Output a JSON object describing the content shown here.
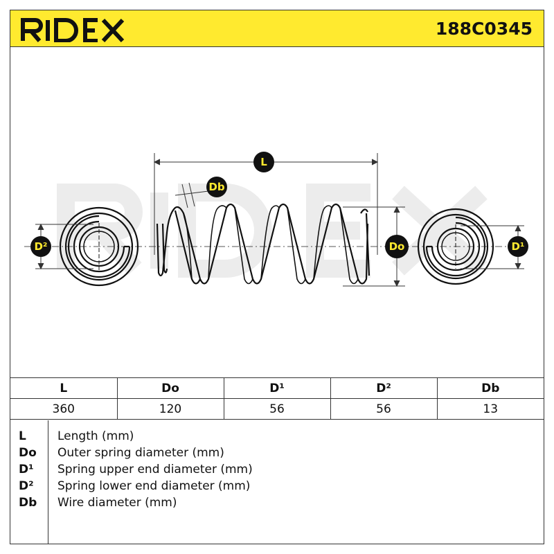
{
  "header": {
    "brand": "RIDEX",
    "part_number": "188C0345",
    "background_color": "#ffea2f"
  },
  "diagram": {
    "labels": {
      "length": "L",
      "wire": "Db",
      "outer": "Do",
      "upper_end": "D¹",
      "lower_end": "D²"
    },
    "badge_color": "#ffea2f",
    "watermark": "RIDEX"
  },
  "table": {
    "headers": [
      "L",
      "Do",
      "D¹",
      "D²",
      "Db"
    ],
    "values": [
      "360",
      "120",
      "56",
      "56",
      "13"
    ]
  },
  "legend": [
    {
      "key": "L",
      "desc": "Length (mm)"
    },
    {
      "key": "Do",
      "desc": "Outer spring diameter (mm)"
    },
    {
      "key": "D¹",
      "desc": "Spring upper end diameter (mm)"
    },
    {
      "key": "D²",
      "desc": "Spring lower end diameter (mm)"
    },
    {
      "key": "Db",
      "desc": "Wire diameter (mm)"
    }
  ]
}
